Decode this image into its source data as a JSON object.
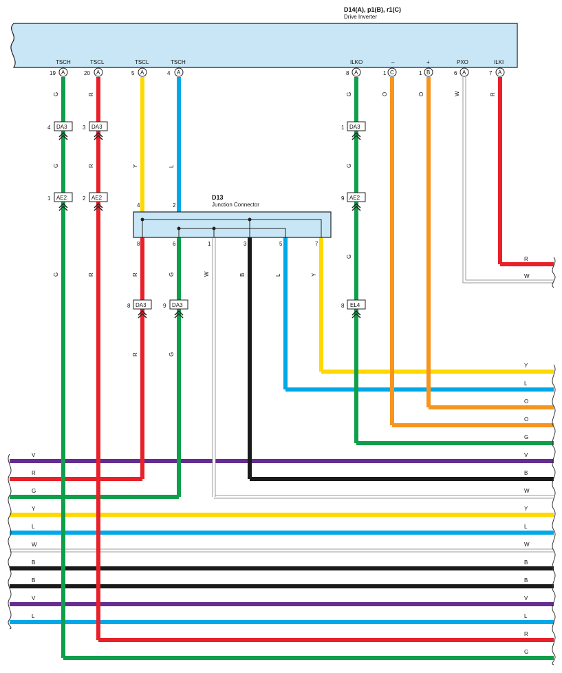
{
  "inverter": {
    "title": "D14(A), p1(B), r1(C)",
    "subtitle": "Drive Inverter",
    "fill_color": "#c8e6f5",
    "pins": [
      {
        "id": "tsch_a",
        "label": "TSCH",
        "pin": "19",
        "conn": "A"
      },
      {
        "id": "tscl_a",
        "label": "TSCL",
        "pin": "20",
        "conn": "A"
      },
      {
        "id": "tscl_b",
        "label": "TSCL",
        "pin": "5",
        "conn": "A"
      },
      {
        "id": "tsch_b",
        "label": "TSCH",
        "pin": "4",
        "conn": "A"
      },
      {
        "id": "ilko",
        "label": "ILKO",
        "pin": "8",
        "conn": "A"
      },
      {
        "id": "minus",
        "label": "–",
        "pin": "1",
        "conn": "C"
      },
      {
        "id": "plus",
        "label": "+",
        "pin": "1",
        "conn": "B"
      },
      {
        "id": "pxo",
        "label": "PXO",
        "pin": "6",
        "conn": "A"
      },
      {
        "id": "ilki",
        "label": "ILKI",
        "pin": "7",
        "conn": "A"
      }
    ]
  },
  "junction": {
    "title": "D13",
    "subtitle": "Junction Connector",
    "fill_color": "#c8e6f5",
    "top_pins": [
      "4",
      "2"
    ],
    "bottom_pins": [
      "8",
      "6",
      "1",
      "3",
      "5",
      "7"
    ]
  },
  "inline_connectors": [
    {
      "id": "c1",
      "pin": "4",
      "name": "DA3"
    },
    {
      "id": "c2",
      "pin": "3",
      "name": "DA3"
    },
    {
      "id": "c3",
      "pin": "1",
      "name": "DA3"
    },
    {
      "id": "c4",
      "pin": "1",
      "name": "AE2"
    },
    {
      "id": "c5",
      "pin": "2",
      "name": "AE2"
    },
    {
      "id": "c6",
      "pin": "9",
      "name": "AE2"
    },
    {
      "id": "c7",
      "pin": "8",
      "name": "DA3"
    },
    {
      "id": "c8",
      "pin": "9",
      "name": "DA3"
    },
    {
      "id": "c9",
      "pin": "8",
      "name": "EL4"
    }
  ],
  "wire_colors": {
    "G": "#0f9f4a",
    "R": "#e8202a",
    "Y": "#ffd800",
    "L": "#00a8e8",
    "O": "#f7941d",
    "W": "#ffffff",
    "B": "#1a1a1a",
    "V": "#662d91"
  },
  "wire_labels": {
    "tsch_a_top": "G",
    "tsch_a_mid": "G",
    "tsch_a_low": "G",
    "tscl_a_top": "R",
    "tscl_a_mid": "R",
    "tscl_a_low": "R",
    "tscl_b_top": "Y",
    "tsch_b_top": "L",
    "ilko_top": "G",
    "ilko_mid": "G",
    "ilko_low": "G",
    "minus": "O",
    "plus": "O",
    "pxo": "W",
    "ilki": "R",
    "j8_a": "R",
    "j8_b": "R",
    "j6_a": "G",
    "j6_b": "G",
    "j1": "W",
    "j3": "B",
    "j5": "L",
    "j7": "Y"
  },
  "right_bus_top": [
    "R",
    "W"
  ],
  "right_bus": [
    "Y",
    "L",
    "O",
    "O",
    "G",
    "V",
    "B",
    "W",
    "Y",
    "L",
    "W",
    "B",
    "B",
    "V",
    "L",
    "R",
    "G"
  ],
  "left_bus": [
    "V",
    "R",
    "G",
    "Y",
    "L",
    "W",
    "B",
    "B",
    "V",
    "L"
  ]
}
